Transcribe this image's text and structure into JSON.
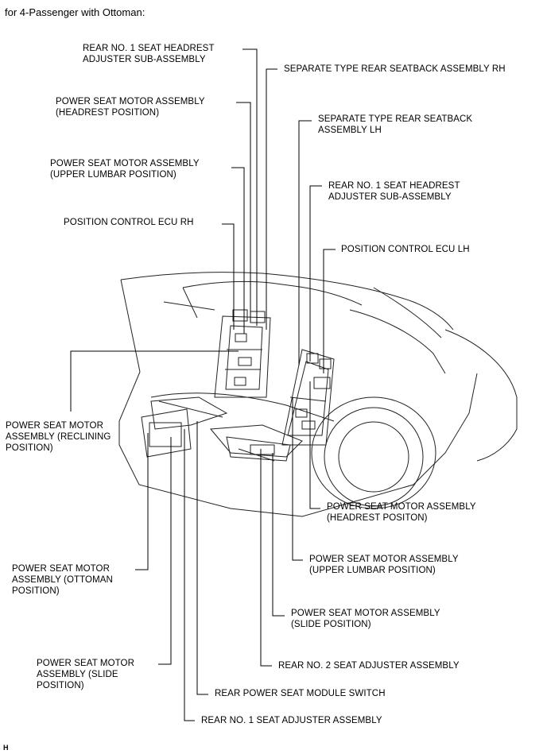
{
  "title": "for 4-Passenger with Ottoman:",
  "corner_code": "H",
  "labels": {
    "rear_headrest_adjuster_rh": "REAR NO. 1 SEAT HEADREST\nADJUSTER SUB-ASSEMBLY",
    "separate_seatback_rh": "SEPARATE TYPE REAR SEATBACK ASSEMBLY RH",
    "motor_headrest_rh": "POWER SEAT MOTOR ASSEMBLY\n(HEADREST POSITION)",
    "separate_seatback_lh": "SEPARATE TYPE REAR SEATBACK\nASSEMBLY LH",
    "motor_upper_lumbar_rh": "POWER SEAT MOTOR ASSEMBLY\n(UPPER LUMBAR POSITION)",
    "rear_headrest_adjuster_lh": "REAR NO. 1 SEAT HEADREST\nADJUSTER SUB-ASSEMBLY",
    "position_ecu_rh": "POSITION CONTROL ECU RH",
    "position_ecu_lh": "POSITION CONTROL ECU LH",
    "motor_reclining": "POWER SEAT MOTOR\nASSEMBLY (RECLINING\nPOSITION)",
    "motor_headrest_lh": "POWER SEAT MOTOR ASSEMBLY\n(HEADREST POSITON)",
    "motor_ottoman": "POWER SEAT MOTOR\nASSEMBLY (OTTOMAN\nPOSITION)",
    "motor_upper_lumbar_lh": "POWER SEAT MOTOR ASSEMBLY\n(UPPER LUMBAR POSITION)",
    "motor_slide_lh": "POWER SEAT MOTOR ASSEMBLY\n(SLIDE POSITION)",
    "motor_slide_rh": "POWER SEAT MOTOR\nASSEMBLY (SLIDE\nPOSITION)",
    "rear_no2_adjuster": "REAR NO. 2 SEAT ADJUSTER ASSEMBLY",
    "rear_module_switch": "REAR POWER SEAT MODULE SWITCH",
    "rear_no1_adjuster": "REAR NO. 1 SEAT ADJUSTER ASSEMBLY"
  }
}
